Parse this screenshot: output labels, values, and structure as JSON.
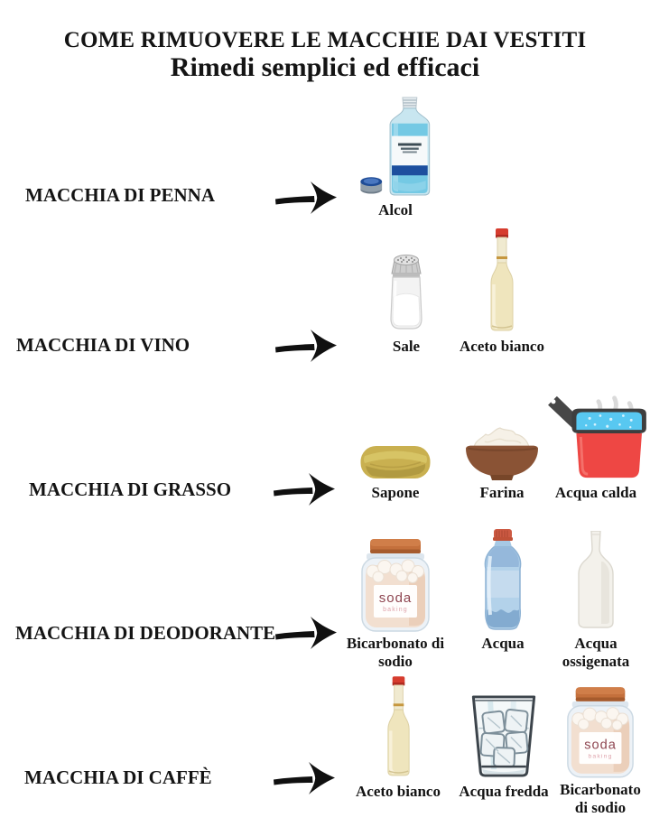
{
  "header": {
    "title": "COME RIMUOVERE LE MACCHIE DAI VESTITI",
    "subtitle": "Rimedi semplici ed efficaci"
  },
  "rows": [
    {
      "label": "MACCHIA DI PENNA",
      "remedies": [
        {
          "name": "Alcol",
          "icon": "alcohol-bottle"
        }
      ]
    },
    {
      "label": "MACCHIA DI VINO",
      "remedies": [
        {
          "name": "Sale",
          "icon": "salt-shaker"
        },
        {
          "name": "Aceto bianco",
          "icon": "vinegar-bottle"
        }
      ]
    },
    {
      "label": "MACCHIA DI GRASSO",
      "remedies": [
        {
          "name": "Sapone",
          "icon": "soap-bar"
        },
        {
          "name": "Farina",
          "icon": "flour-bowl"
        },
        {
          "name": "Acqua calda",
          "icon": "pot-hot-water"
        }
      ]
    },
    {
      "label": "MACCHIA DI DEODORANTE",
      "remedies": [
        {
          "name": "Bicarbonato di sodio",
          "icon": "soda-jar"
        },
        {
          "name": "Acqua",
          "icon": "water-bottle"
        },
        {
          "name": "Acqua ossigenata",
          "icon": "plastic-bottle"
        }
      ]
    },
    {
      "label": "MACCHIA DI CAFFÈ",
      "remedies": [
        {
          "name": "Aceto bianco",
          "icon": "vinegar-bottle"
        },
        {
          "name": "Acqua fredda",
          "icon": "ice-glass"
        },
        {
          "name": "Bicarbonato di sodio",
          "icon": "soda-jar"
        }
      ]
    }
  ],
  "jar_label": {
    "brand": "soda",
    "sub": "baking"
  },
  "colors": {
    "text": "#141414",
    "arrow": "#101010",
    "jar_lid": "#c4703c",
    "pot_red": "#ee4744",
    "water_blue": "#58c8f1",
    "vinegar": "#efe5bd",
    "soap": "#c9b050",
    "bowl_brown": "#8a5335",
    "bottle_blue": "#b3d2ea",
    "alcohol_blue": "#74c9e4",
    "label_band_blue": "#1d4f9e"
  }
}
